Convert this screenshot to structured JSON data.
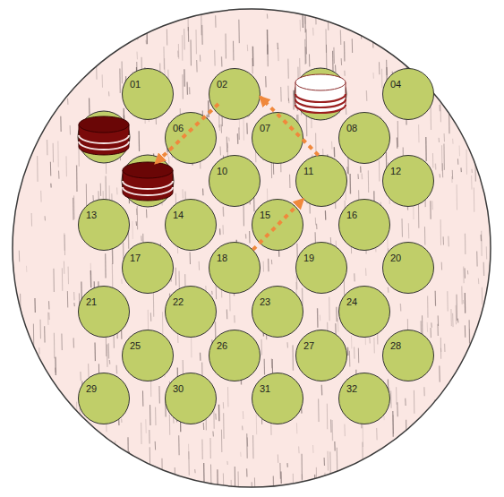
{
  "diagram": {
    "nodes": [
      {
        "text": [
          "01"
        ]
      },
      {
        "text": [
          "02"
        ]
      },
      {
        "text": [
          "04"
        ]
      },
      {
        "text": [
          "06"
        ]
      },
      {
        "text": [
          "07"
        ]
      },
      {
        "text": [
          "08"
        ]
      },
      {
        "text": [
          "10"
        ]
      },
      {
        "text": [
          "11"
        ]
      },
      {
        "text": [
          "12"
        ]
      },
      {
        "text": [
          "13"
        ]
      },
      {
        "text": [
          "14"
        ]
      },
      {
        "text": [
          "15"
        ]
      },
      {
        "text": [
          "16"
        ]
      },
      {
        "text": [
          "17"
        ]
      },
      {
        "text": [
          "18"
        ]
      },
      {
        "text": [
          "19"
        ]
      },
      {
        "text": [
          "20"
        ]
      },
      {
        "text": [
          "21"
        ]
      },
      {
        "text": [
          "22"
        ]
      },
      {
        "text": [
          "23"
        ]
      },
      {
        "text": [
          "24"
        ]
      },
      {
        "text": [
          "25"
        ]
      },
      {
        "text": [
          "26"
        ]
      },
      {
        "text": [
          "27"
        ]
      },
      {
        "text": [
          "28"
        ]
      },
      {
        "text": [
          "29"
        ]
      },
      {
        "text": [
          "30"
        ]
      },
      {
        "text": [
          "31"
        ]
      },
      {
        "text": [
          "32"
        ]
      }
    ],
    "edges": [
      {
        "from": 14,
        "to": 7,
        "arrow": "to"
      },
      {
        "from": 7,
        "to": 1,
        "arrow": "to"
      }
    ]
  }
}
